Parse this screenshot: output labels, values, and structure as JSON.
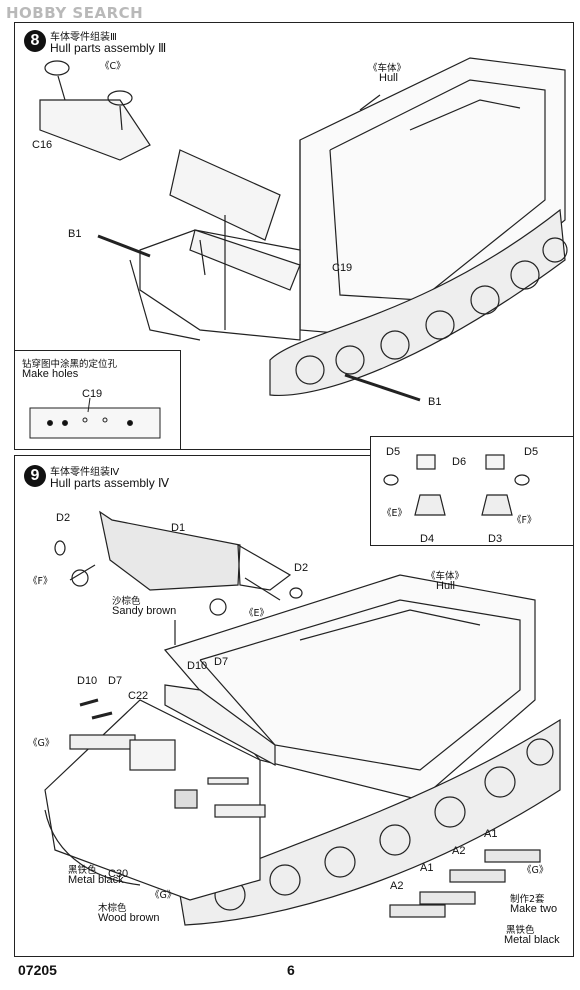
{
  "watermark": "HOBBY SEARCH",
  "step8": {
    "number": "8",
    "title_cn": "车体零件组装Ⅲ",
    "title_en": "Hull parts assembly Ⅲ",
    "labels": {
      "c_mark": "《C》",
      "c16": "C16",
      "b1_left": "B1",
      "b1_right": "B1",
      "c19": "C19",
      "hull_cn": "《车体》",
      "hull_en": "Hull"
    },
    "inset": {
      "note_cn": "钻穿图中涂黑的定位孔",
      "note_en": "Make holes",
      "part": "C19"
    }
  },
  "step9": {
    "number": "9",
    "title_cn": "车体零件组装Ⅳ",
    "title_en": "Hull parts assembly Ⅳ",
    "labels": {
      "d1": "D1",
      "d2_left": "D2",
      "d2_right": "D2",
      "f_left": "《F》",
      "e_mid": "《E》",
      "sandy_cn": "沙棕色",
      "sandy_en": "Sandy brown",
      "hull_cn": "《车体》",
      "hull_en": "Hull",
      "d10_left": "D10",
      "d7_left": "D7",
      "d10_right": "D10",
      "d7_right": "D7",
      "c22": "C22",
      "g_left": "《G》",
      "metal_cn": "黑铁色",
      "metal_en": "Metal black",
      "c30": "C30",
      "wood_cn": "木棕色",
      "wood_en": "Wood brown",
      "g_bottom": "《G》",
      "d5_left": "D5",
      "d6": "D6",
      "d5_right": "D5",
      "e_top": "《E》",
      "f_top": "《F》",
      "d4": "D4",
      "d3": "D3",
      "a1_top": "A1",
      "a2_top": "A2",
      "g_right": "《G》",
      "a1_mid": "A1",
      "a2_bottom": "A2",
      "make_two_cn": "制作2套",
      "make_two_en": "Make two",
      "metal_r_cn": "黑铁色",
      "metal_r_en": "Metal black"
    }
  },
  "footer": {
    "kit_number": "07205",
    "page_number": "6"
  }
}
